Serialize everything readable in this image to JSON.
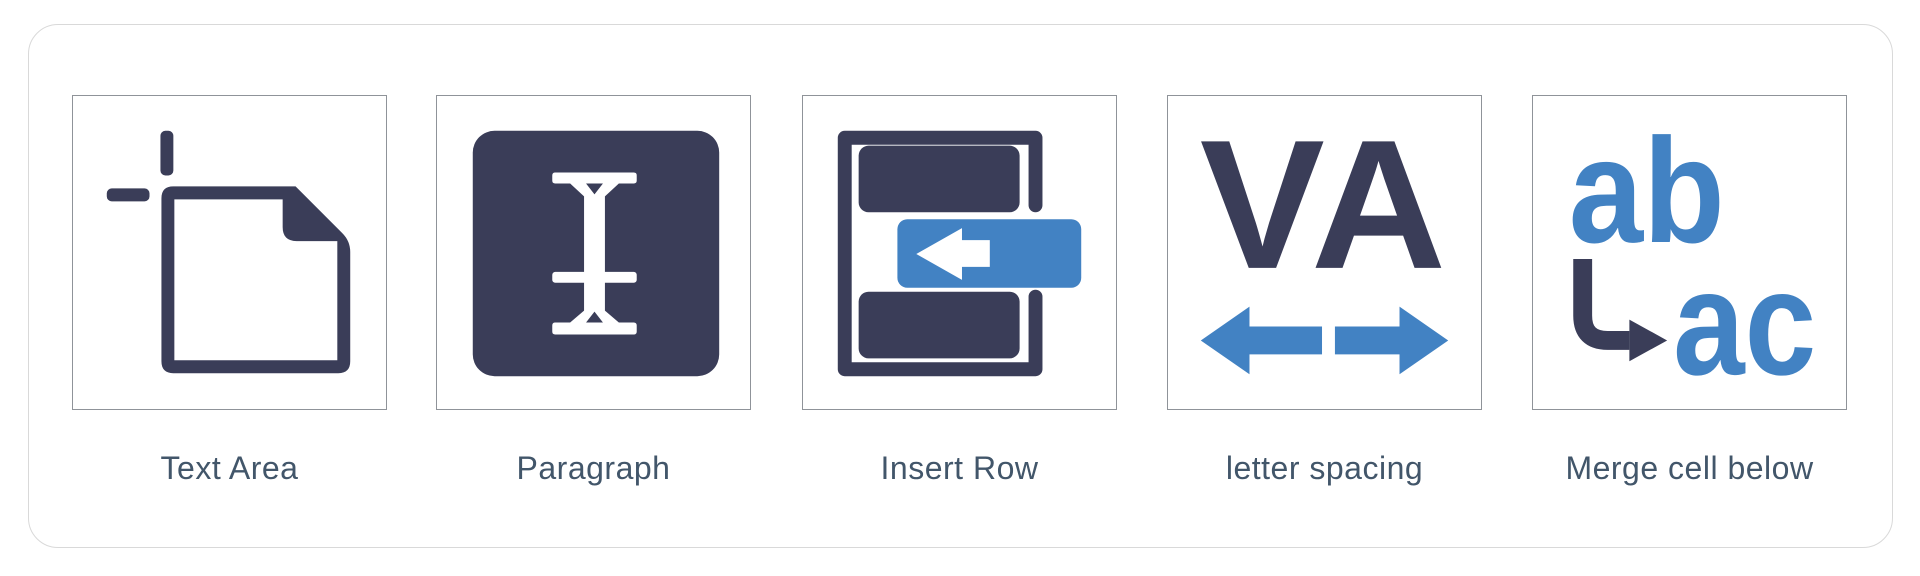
{
  "colors": {
    "dark_navy": "#3a3d58",
    "blue": "#4282c3",
    "label_text": "#42566a",
    "box_border": "#8f9399",
    "panel_border": "#d9d9d9"
  },
  "icons": [
    {
      "name": "text-area-icon",
      "label": "Text Area"
    },
    {
      "name": "paragraph-icon",
      "label": "Paragraph"
    },
    {
      "name": "insert-row-icon",
      "label": "Insert Row"
    },
    {
      "name": "letter-spacing-icon",
      "label": "letter spacing",
      "glyph": "VA"
    },
    {
      "name": "merge-cell-below-icon",
      "label": "Merge cell below",
      "glyph_top": "ab",
      "glyph_bottom": "ac"
    }
  ]
}
